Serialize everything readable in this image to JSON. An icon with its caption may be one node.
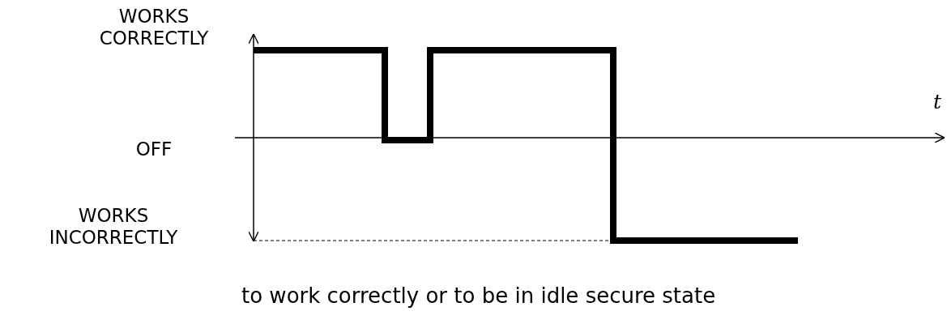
{
  "diagram": {
    "labels": [
      "WORKS CORRECTLY",
      "OFF",
      "WORKS INCORRECTLY",
      "t",
      "to work correctly or to be in idle secure state"
    ]
  }
}
